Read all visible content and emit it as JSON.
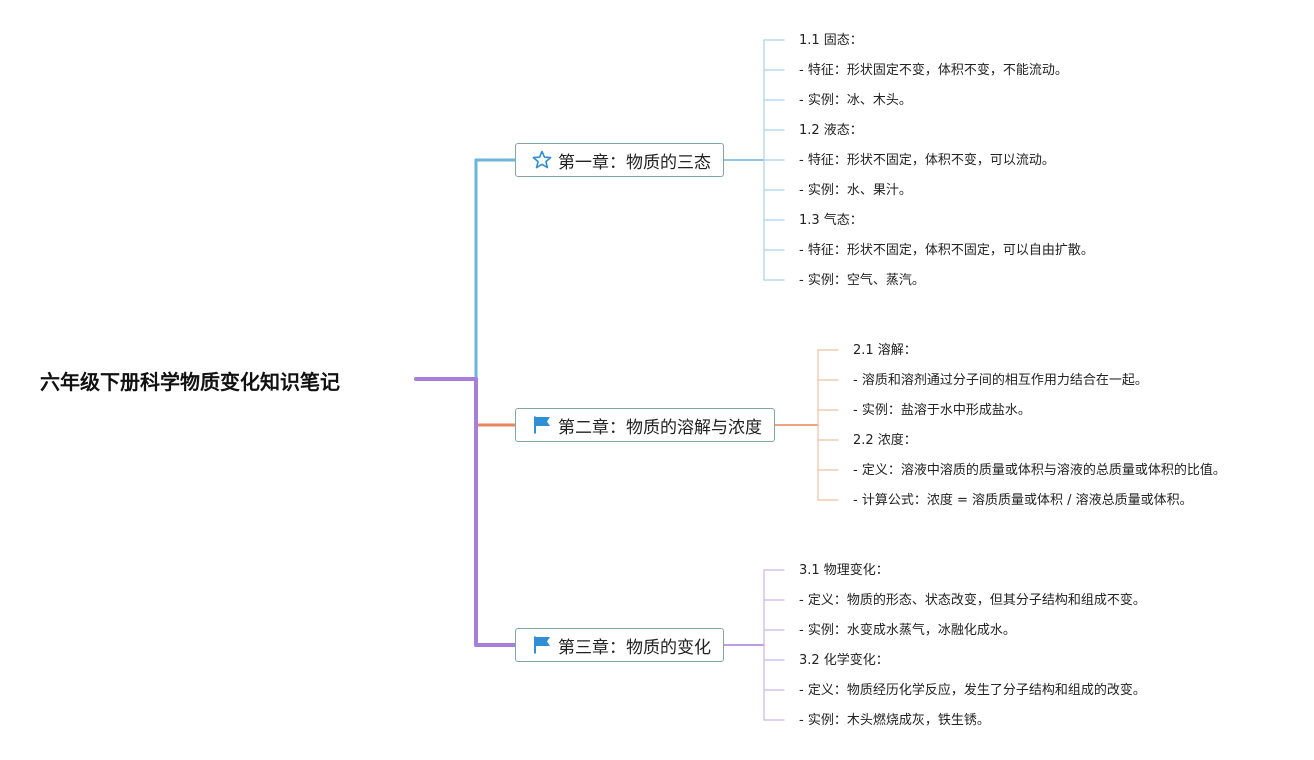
{
  "root": {
    "title": "六年级下册科学物质变化知识笔记"
  },
  "colors": {
    "branch1": "#6ab4dd",
    "branch2": "#e6865a",
    "branch3": "#a57fd9",
    "branch1_leaf": "#a8d2ea",
    "branch2_leaf": "#f1c0a3",
    "branch3_leaf": "#cbb6ea",
    "icon_blue": "#2f8fd6"
  },
  "chapters": [
    {
      "label": "第一章：物质的三态",
      "icon": "star-icon",
      "items": [
        "1.1 固态：",
        "- 特征：形状固定不变，体积不变，不能流动。",
        "- 实例：冰、木头。",
        "1.2 液态：",
        "- 特征：形状不固定，体积不变，可以流动。",
        "- 实例：水、果汁。",
        "1.3 气态：",
        "- 特征：形状不固定，体积不固定，可以自由扩散。",
        "- 实例：空气、蒸汽。"
      ]
    },
    {
      "label": "第二章：物质的溶解与浓度",
      "icon": "flag-icon",
      "items": [
        "2.1 溶解：",
        "- 溶质和溶剂通过分子间的相互作用力结合在一起。",
        "- 实例：盐溶于水中形成盐水。",
        "2.2 浓度：",
        "- 定义：溶液中溶质的质量或体积与溶液的总质量或体积的比值。",
        "- 计算公式：浓度 = 溶质质量或体积 / 溶液总质量或体积。"
      ]
    },
    {
      "label": "第三章：物质的变化",
      "icon": "flag-icon",
      "items": [
        "3.1 物理变化：",
        "- 定义：物质的形态、状态改变，但其分子结构和组成不变。",
        "- 实例：水变成水蒸气，冰融化成水。",
        "3.2 化学变化：",
        "- 定义：物质经历化学反应，发生了分子结构和组成的改变。",
        "- 实例：木头燃烧成灰，铁生锈。"
      ]
    }
  ]
}
